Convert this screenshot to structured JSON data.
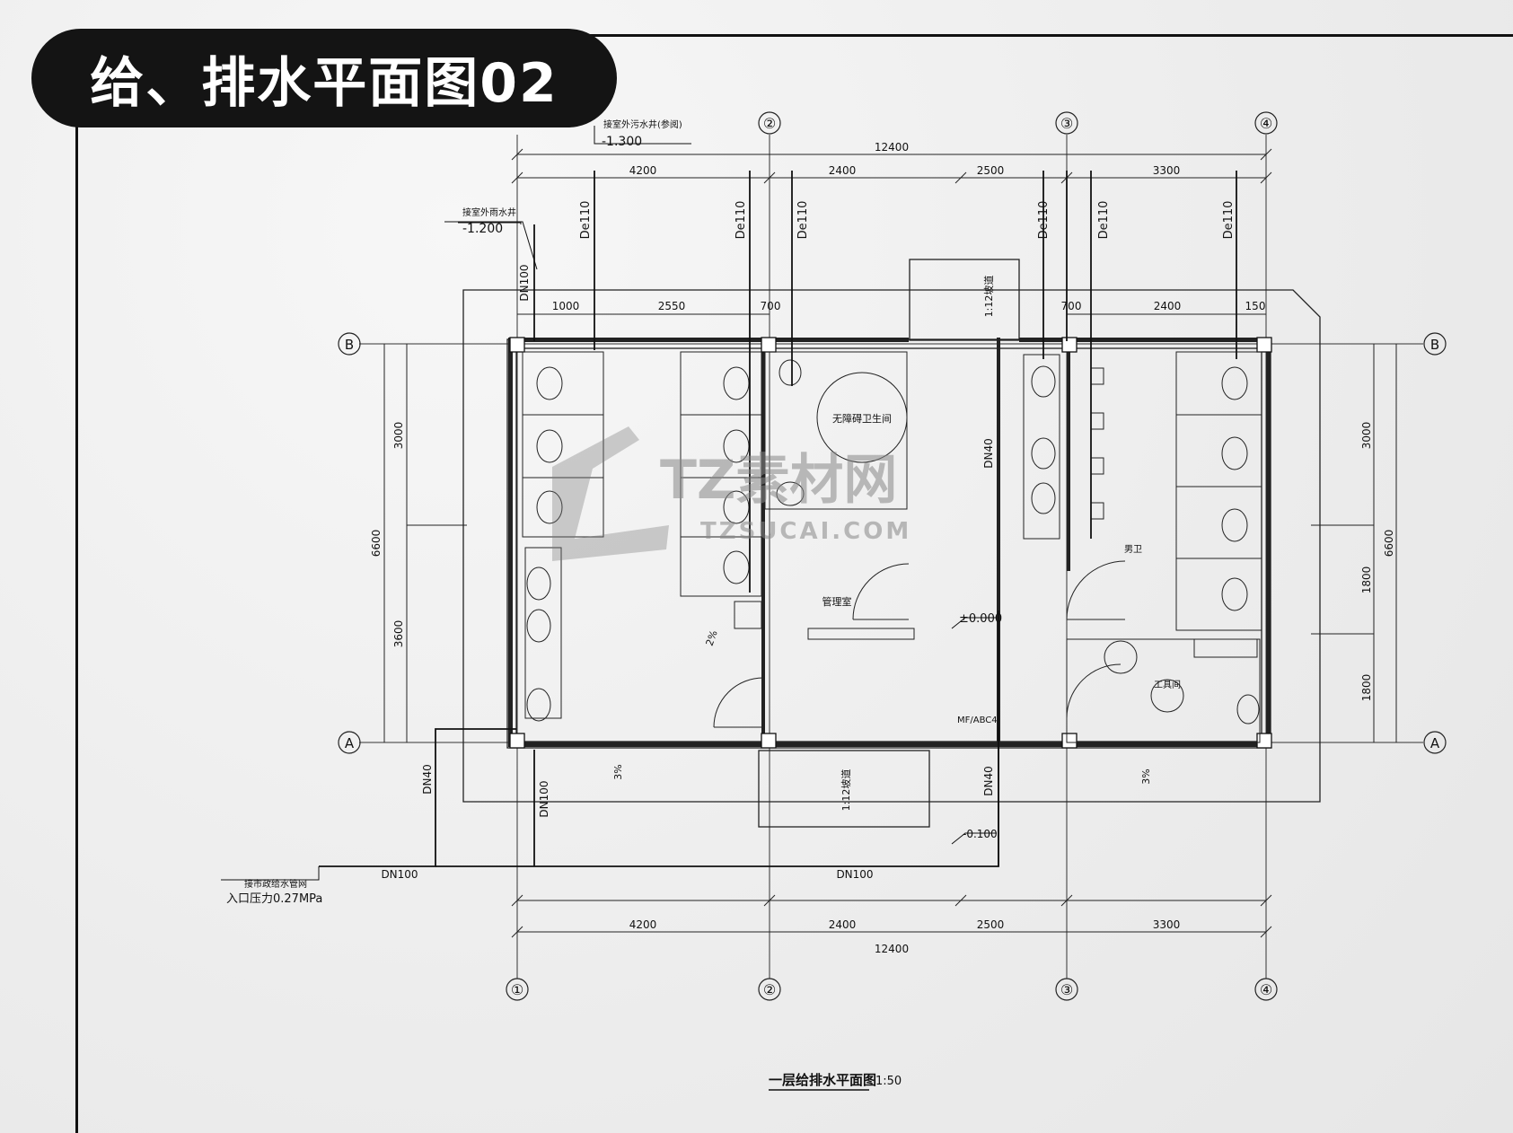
{
  "title": "给、排水平面图02",
  "drawing_caption": "一层给排水平面图",
  "scale": "1:50",
  "grid_axes": {
    "columns": [
      "①",
      "②",
      "③",
      "④"
    ],
    "rows": [
      "A",
      "B"
    ]
  },
  "dimensions": {
    "overall_width": "12400",
    "bays": [
      "4200",
      "2400",
      "2500",
      "3300"
    ],
    "inner_top_left": [
      "1000",
      "2550",
      "700"
    ],
    "inner_top_right": [
      "700",
      "2400",
      "150"
    ],
    "left_side": [
      "3000",
      "3600",
      "6600"
    ],
    "right_side": [
      "3000",
      "1800",
      "1800",
      "6600"
    ]
  },
  "pipes": {
    "de110": "De110",
    "dn100": "DN100",
    "dn40": "DN40"
  },
  "annotations": {
    "sewer_well_label": "接室外污水井(参阅)",
    "sewer_well_level": "-1.300",
    "rain_well_label": "接室外雨水井",
    "rain_well_level": "-1.200",
    "supply_label": "接市政给水管网",
    "supply_pressure": "入口压力0.27MPa",
    "level_zero": "±0.000",
    "level_outside": "-0.100",
    "ramp_top": "1:12坡道",
    "ramp_bottom": "1:12坡道",
    "slope": "3%",
    "slope_inner": "2%",
    "fire_ext": "MF/ABC4"
  },
  "rooms": {
    "accessible_wc": "无障碍卫生间",
    "management": "管理室",
    "janitor": "工具间",
    "mens": "男卫"
  },
  "watermark": {
    "main": "TZ素材网",
    "sub": "TZSUCAI.COM"
  }
}
